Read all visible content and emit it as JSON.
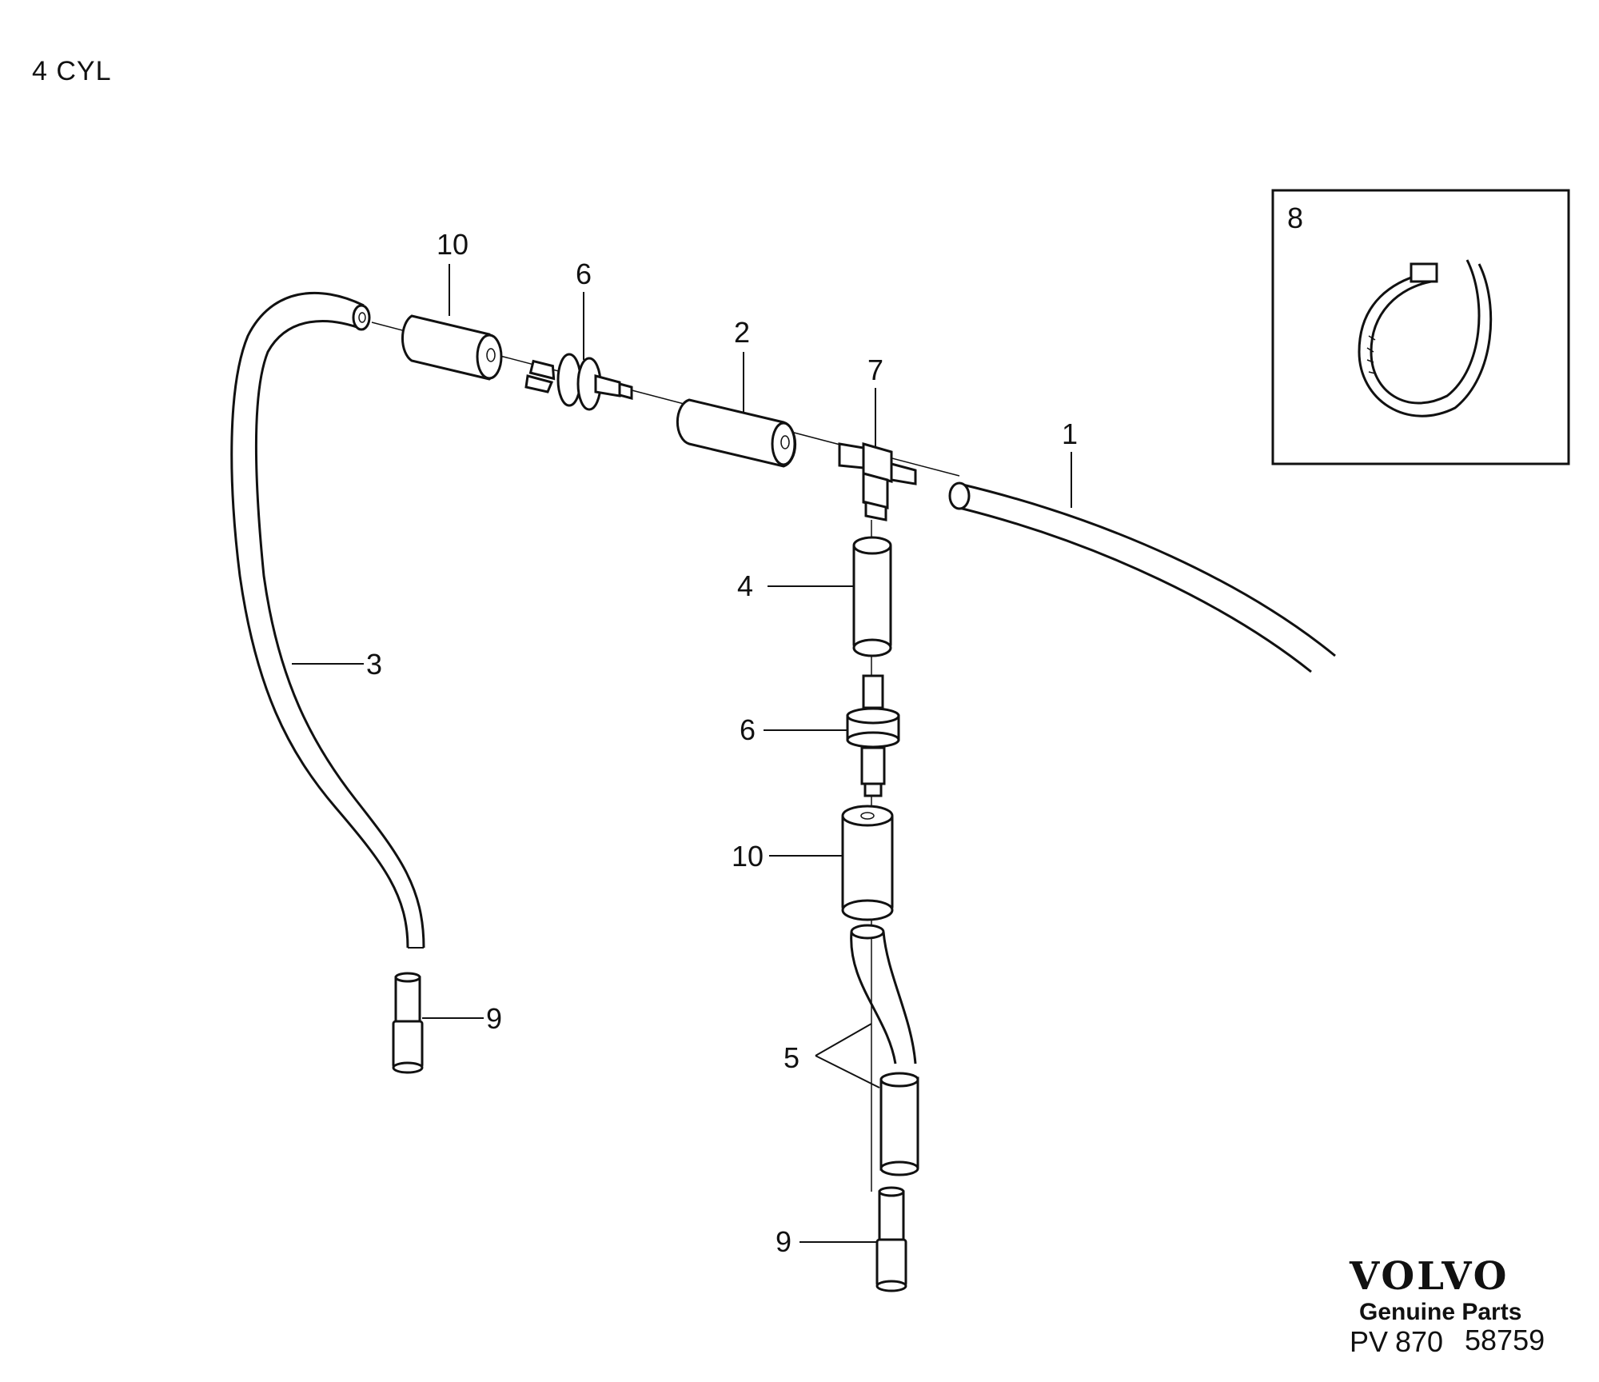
{
  "page_title": "4 CYL",
  "callouts": {
    "hose_long": "1",
    "hose_connector_mid": "2",
    "hose_left": "3",
    "hose_connector_vertical": "4",
    "hose_bottom": "5",
    "valve_top": "6",
    "valve_vertical": "6",
    "t_piece": "7",
    "clamp_detail": "8",
    "end_piece_left": "9",
    "end_piece_bottom": "9",
    "sleeve_top": "10",
    "sleeve_vertical": "10"
  },
  "footer": {
    "brand": "VOLVO",
    "subtitle": "Genuine Parts",
    "code_prefix": "PV",
    "code_number": "870",
    "code_suffix": "58759"
  }
}
